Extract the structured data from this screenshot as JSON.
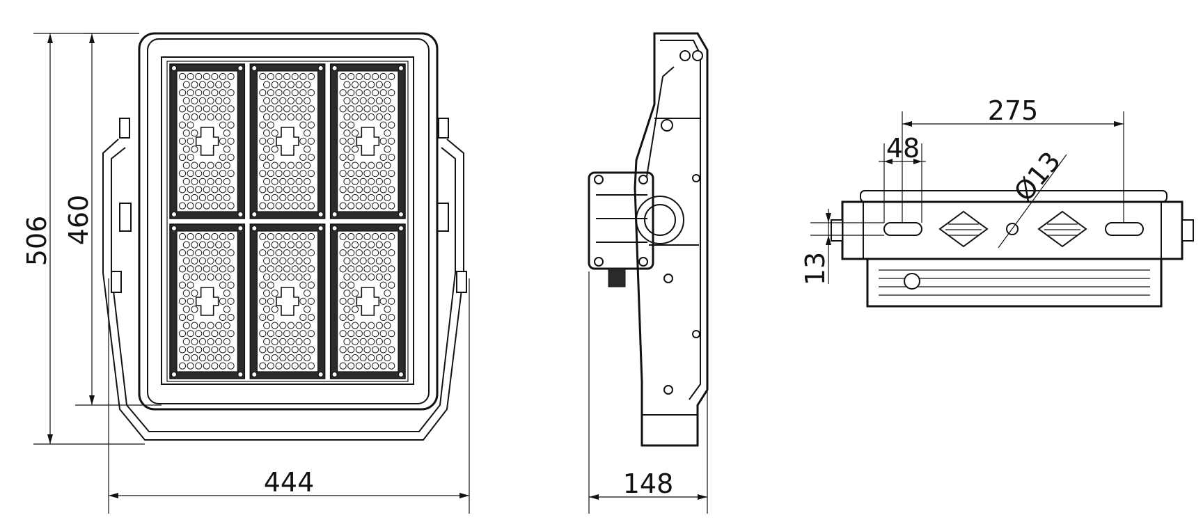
{
  "dimensions": {
    "front_height_total": "506",
    "front_height_inner": "460",
    "front_width": "444",
    "side_depth": "148",
    "bottom_span": "275",
    "bottom_slot": "48",
    "bottom_hole": "Ø13",
    "bottom_offset": "13"
  },
  "colors": {
    "line": "#111111",
    "background": "#ffffff"
  },
  "modules": {
    "rows": 2,
    "cols": 3
  }
}
